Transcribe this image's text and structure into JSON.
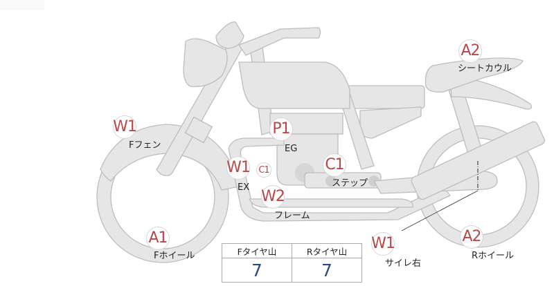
{
  "diagram": {
    "subject": "motorcycle-inspection-diagram",
    "colors": {
      "part_fill": "#e6e6e6",
      "part_stroke": "#bdbdbd",
      "marker_text": "#b8474a",
      "value_text": "#2d4a85",
      "label_text": "#222222"
    }
  },
  "markers": [
    {
      "id": "front-fender",
      "code": "W1",
      "label": "Fフェン"
    },
    {
      "id": "engine",
      "code": "P1",
      "label": "EG"
    },
    {
      "id": "exhaust",
      "code": "W1",
      "sub_code": "C1",
      "label": "EX"
    },
    {
      "id": "step",
      "code": "C1",
      "label": "ステップ"
    },
    {
      "id": "frame",
      "code": "W2",
      "label": "フレーム"
    },
    {
      "id": "seat-cowl",
      "code": "A2",
      "label": "シートカウル"
    },
    {
      "id": "front-wheel",
      "code": "A1",
      "label": "Fホイール"
    },
    {
      "id": "muffler-right",
      "code": "W1",
      "label": "サイレ右"
    },
    {
      "id": "rear-wheel",
      "code": "A2",
      "label": "Rホイール"
    }
  ],
  "tire_tread": {
    "headers": [
      "Fタイヤ山",
      "Rタイヤ山"
    ],
    "values": [
      "7",
      "7"
    ]
  }
}
